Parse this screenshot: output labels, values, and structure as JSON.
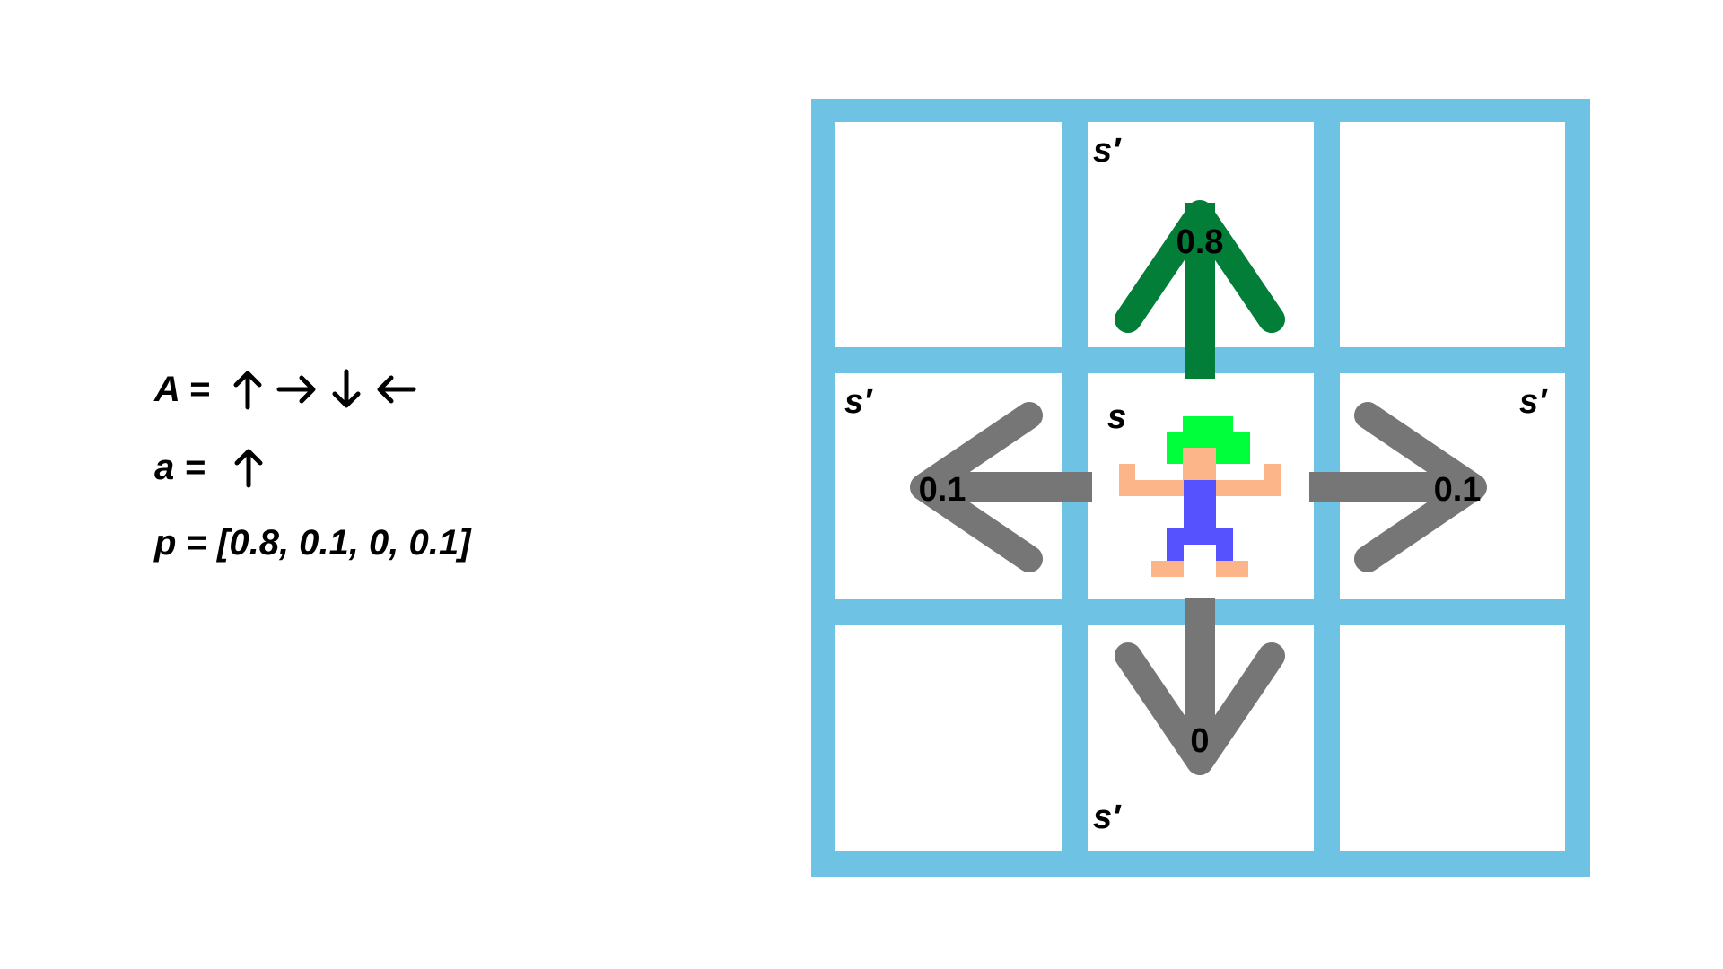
{
  "legend": {
    "actions_label": "A =",
    "actions_icons": [
      "arrow-up-icon",
      "arrow-right-icon",
      "arrow-down-icon",
      "arrow-left-icon"
    ],
    "action_label": "a =",
    "action_icon": "arrow-up-icon",
    "probabilities_label": "p = [0.8, 0.1, 0, 0.1]"
  },
  "grid": {
    "rows": 3,
    "cols": 3,
    "line_color": "#6EC3E4",
    "cell_color": "#FFFFFF"
  },
  "state_label": "s",
  "next_state_labels": {
    "up": "s′",
    "right": "s′",
    "down": "s′",
    "left": "s′"
  },
  "transitions": {
    "up": "0.8",
    "right": "0.1",
    "down": "0",
    "left": "0.1"
  },
  "colors": {
    "chosen_arrow": "#027E38",
    "other_arrow": "#767676",
    "agent_hair": "#00FF3B",
    "agent_skin": "#FBB588",
    "agent_body": "#5652FE"
  }
}
